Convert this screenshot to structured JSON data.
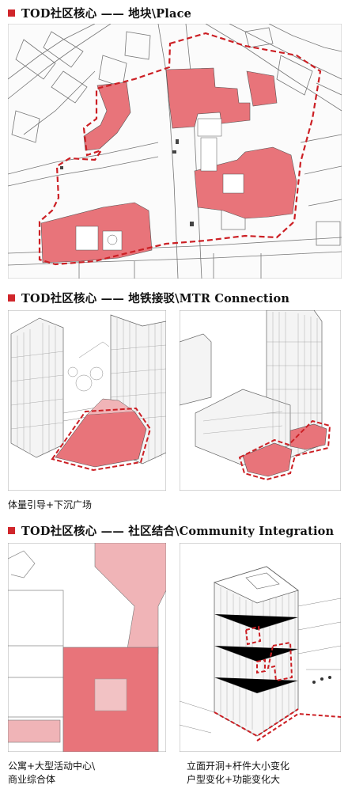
{
  "sections": [
    {
      "title": "TOD社区核心 —— 地块\\Place"
    },
    {
      "title": "TOD社区核心 —— 地铁接驳\\MTR Connection"
    },
    {
      "title": "TOD社区核心 —— 社区结合\\Community Integration"
    }
  ],
  "captions": {
    "mtr_left": "体量引导+下沉广场",
    "community_left_line1": "公寓+大型活动中心\\",
    "community_left_line2": "商业综合体",
    "community_right_line1": "立面开洞+杆件大小变化",
    "community_right_line2": "户型变化+功能变化大"
  },
  "colors": {
    "accent": "#d0262b",
    "highlight": "#e8747a",
    "pale": "#f0b4b7",
    "line": "#6b6b6b",
    "dash": "#cc1f24"
  }
}
